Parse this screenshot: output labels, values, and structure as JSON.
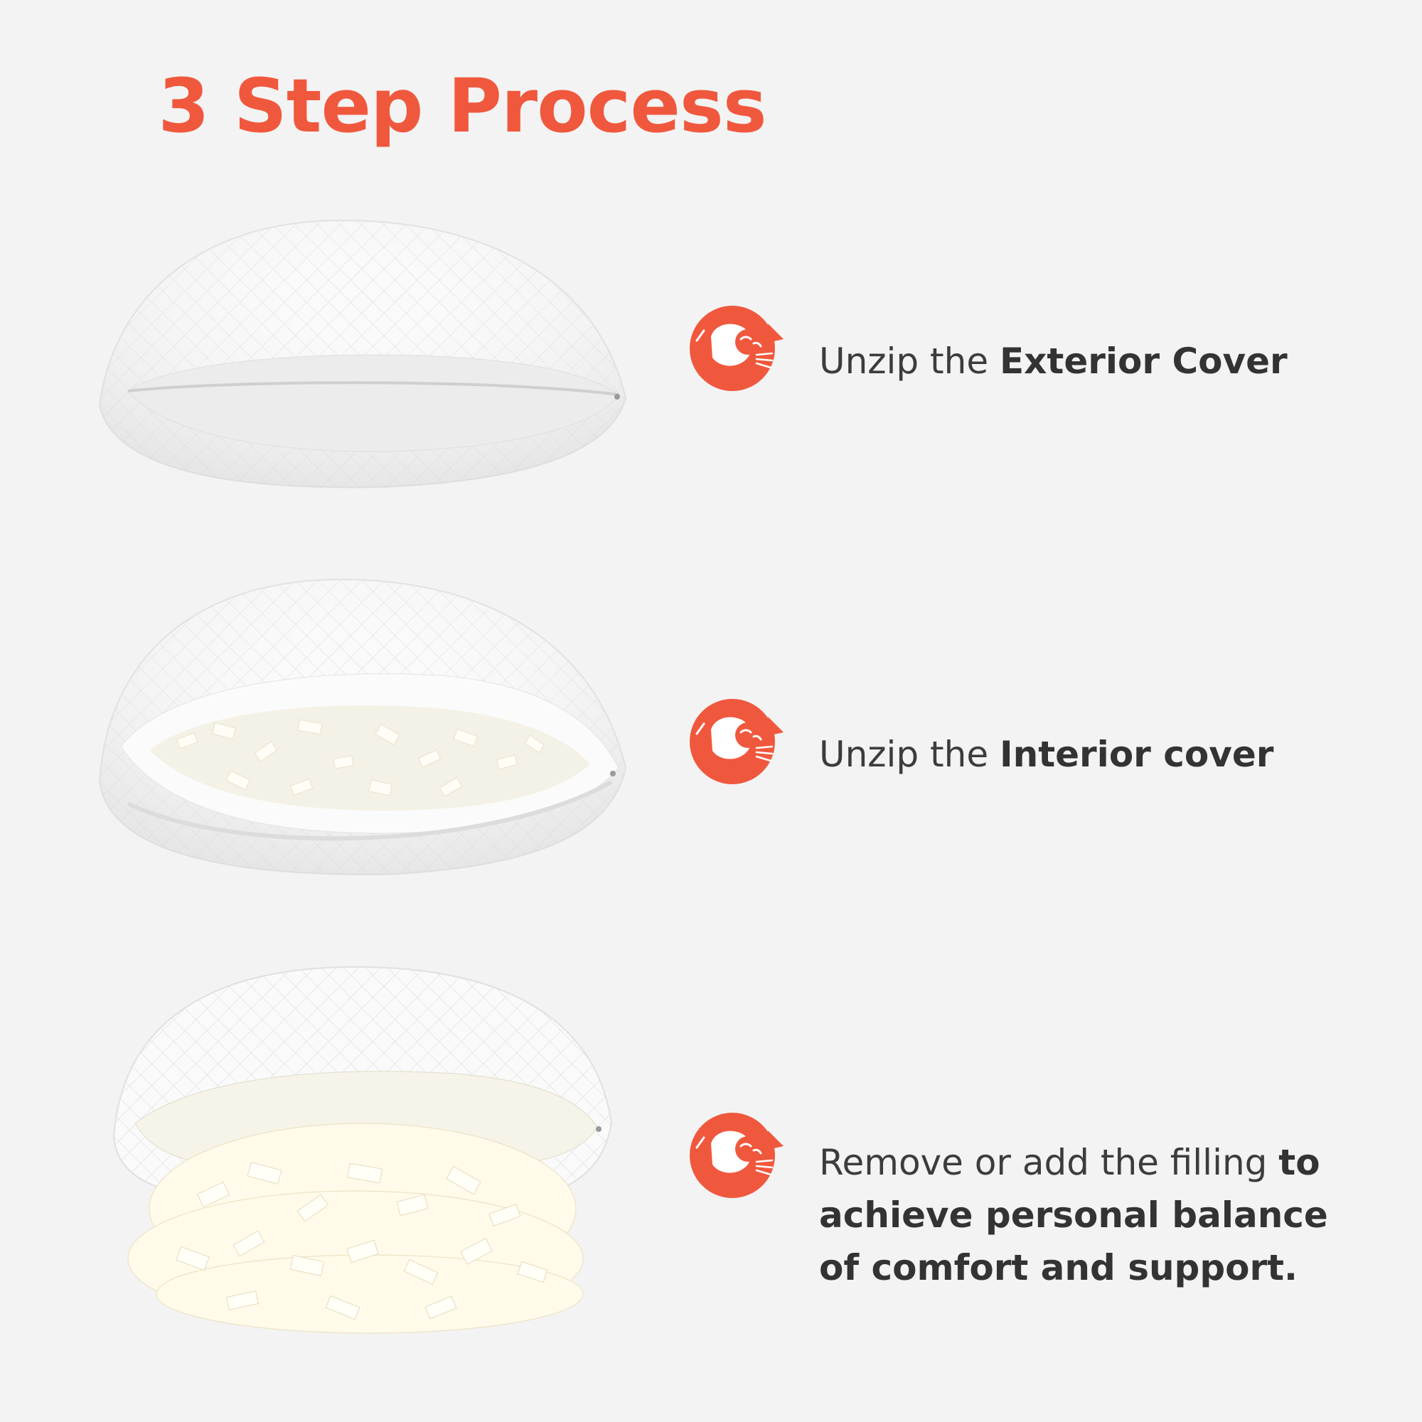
{
  "title": "3 Step Process",
  "colors": {
    "accent": "#f0583d",
    "text": "#3c3c3c",
    "background": "#f3f3f3"
  },
  "steps": [
    {
      "icon": "cat-logo-icon",
      "text_regular": "Unzip the ",
      "text_bold": "Exterior Cover"
    },
    {
      "icon": "cat-logo-icon",
      "text_regular": "Unzip the ",
      "text_bold": "Interior cover"
    },
    {
      "icon": "cat-logo-icon",
      "text_regular": "Remove or add the filling ",
      "text_bold": "to achieve personal balance of comfort and support."
    }
  ]
}
